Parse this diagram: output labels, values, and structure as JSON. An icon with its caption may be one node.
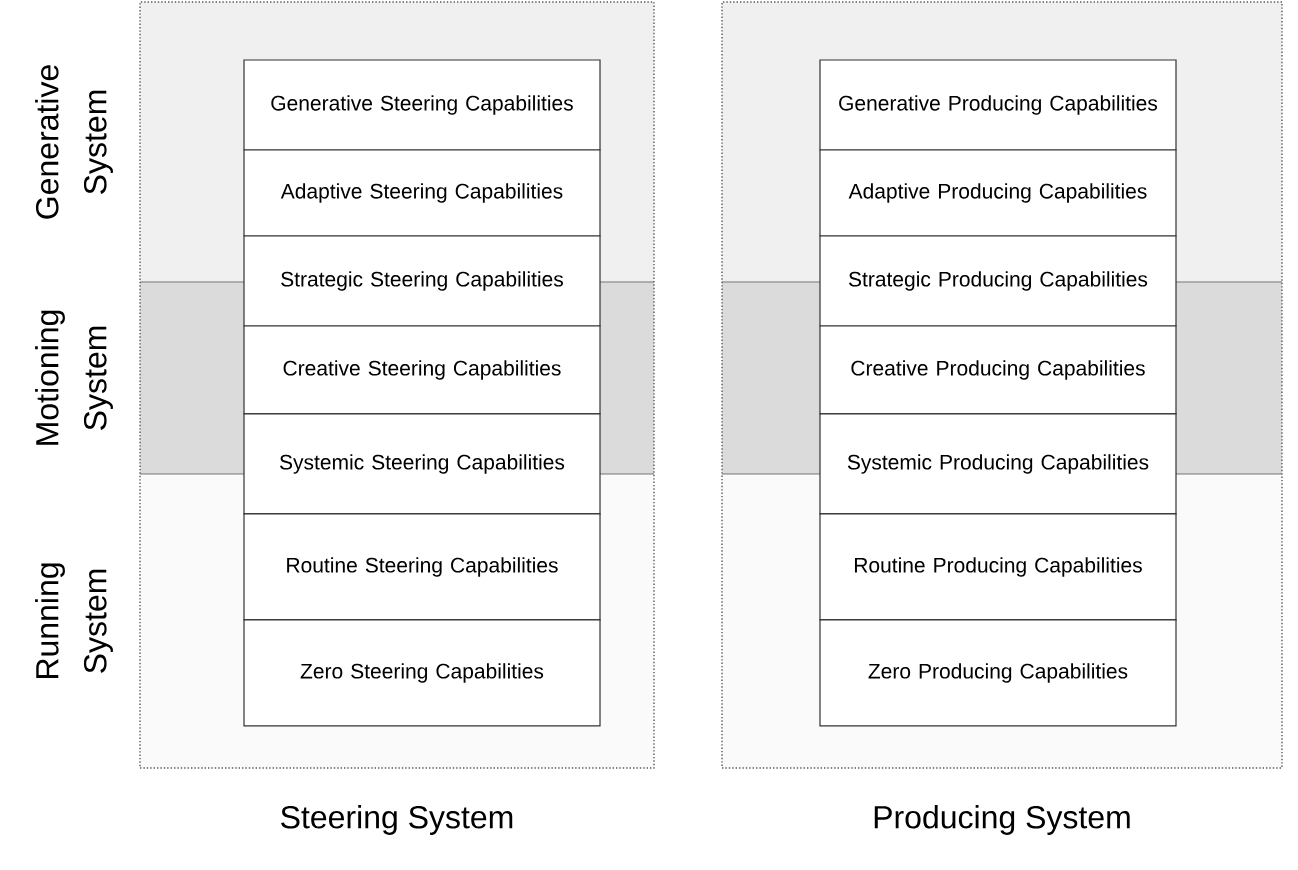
{
  "diagram": {
    "nodes": [
      {
        "text": [
          "Steering System"
        ]
      },
      {
        "text": [
          "Generative Steering Capabilities"
        ],
        "in": 0
      },
      {
        "text": [
          "Adaptive Steering Capabilities"
        ],
        "in": 0
      },
      {
        "text": [
          "Strategic Steering Capabilities"
        ],
        "in": 0
      },
      {
        "text": [
          "Creative Steering Capabilities"
        ],
        "in": 0
      },
      {
        "text": [
          "Systemic Steering Capabilities"
        ],
        "in": 0
      },
      {
        "text": [
          "Routine Steering Capabilities"
        ],
        "in": 0
      },
      {
        "text": [
          "Zero Steering Capabilities"
        ],
        "in": 0
      },
      {
        "text": [
          "Producing System"
        ]
      },
      {
        "text": [
          "Generative Producing Capabilities"
        ],
        "in": 8
      },
      {
        "text": [
          "Adaptive Producing Capabilities"
        ],
        "in": 8
      },
      {
        "text": [
          "Strategic Producing Capabilities"
        ],
        "in": 8
      },
      {
        "text": [
          "Creative Producing Capabilities"
        ],
        "in": 8
      },
      {
        "text": [
          "Systemic Producing Capabilities"
        ],
        "in": 8
      },
      {
        "text": [
          "Routine Producing Capabilities"
        ],
        "in": 8
      },
      {
        "text": [
          "Zero Producing Capabilities"
        ],
        "in": 8
      }
    ],
    "edges": [],
    "labels": [
      "Generative System",
      "Motioning System",
      "Running System"
    ]
  }
}
